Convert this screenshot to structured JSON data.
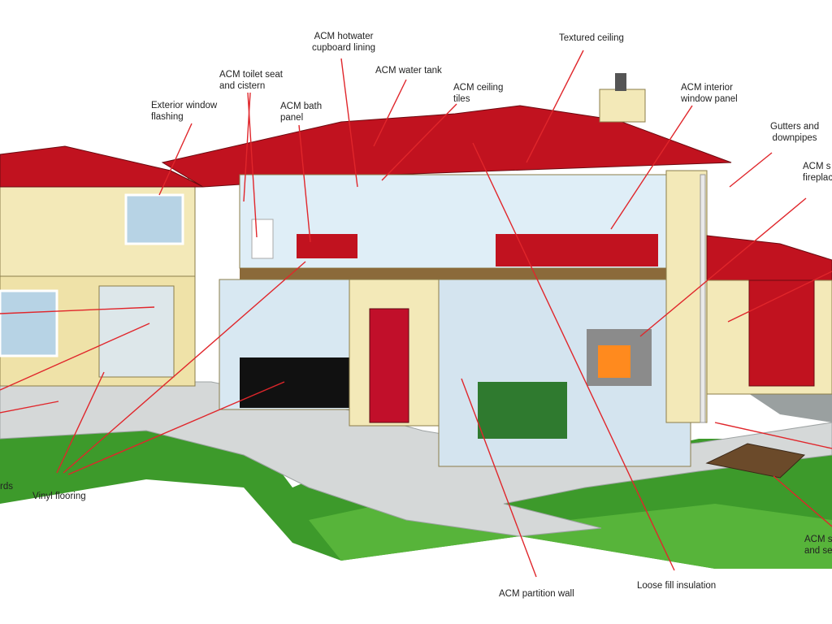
{
  "labels": {
    "hotwater_cupboard": [
      "ACM hotwater",
      "cupboard lining"
    ],
    "textured_ceiling": "Textured ceiling",
    "water_tank": "ACM water tank",
    "toilet": [
      "ACM toilet seat",
      "and cistern"
    ],
    "ceiling_tiles": [
      "ACM ceiling",
      "tiles"
    ],
    "interior_window_panel": [
      "ACM interior",
      "window panel"
    ],
    "exterior_window_flashing": [
      "Exterior window",
      "flashing"
    ],
    "bath_panel": [
      "ACM bath",
      "panel"
    ],
    "gutters": [
      "Gutters and",
      "downpipes"
    ],
    "fireplace_partial": [
      "ACM s",
      "fireplac"
    ],
    "boards_partial": "rds",
    "vinyl_flooring": "Vinyl flooring",
    "partition_wall": "ACM partition wall",
    "loose_fill": "Loose fill insulation",
    "septic_partial": [
      "ACM s",
      "and se"
    ]
  },
  "colors": {
    "leader": "#e0262b",
    "roof": "#c1121f",
    "wall": "#f3e9b8",
    "grass": "#3d9a2b",
    "path": "#d5d8d8",
    "door": "#c10f2a"
  }
}
